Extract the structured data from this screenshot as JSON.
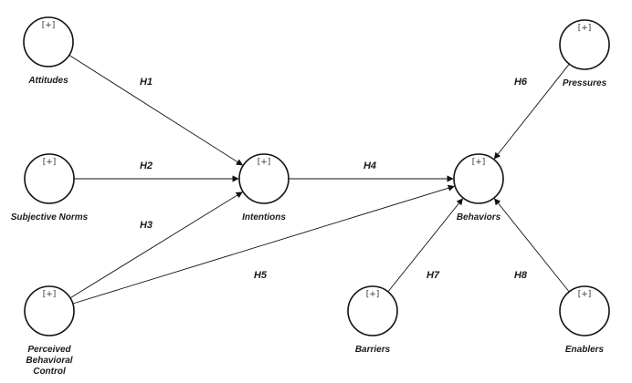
{
  "nodes": [
    {
      "id": "attitudes",
      "label": [
        "Attitudes"
      ],
      "marker": "[+]"
    },
    {
      "id": "subjective_norms",
      "label": [
        "Subjective Norms"
      ],
      "marker": "[+]"
    },
    {
      "id": "pbc",
      "label": [
        "Perceived",
        "Behavioral",
        "Control"
      ],
      "marker": "[+]"
    },
    {
      "id": "intentions",
      "label": [
        "Intentions"
      ],
      "marker": "[+]"
    },
    {
      "id": "behaviors",
      "label": [
        "Behaviors"
      ],
      "marker": "[+]"
    },
    {
      "id": "pressures",
      "label": [
        "Pressures"
      ],
      "marker": "[+]"
    },
    {
      "id": "barriers",
      "label": [
        "Barriers"
      ],
      "marker": "[+]"
    },
    {
      "id": "enablers",
      "label": [
        "Enablers"
      ],
      "marker": "[+]"
    }
  ],
  "edges": [
    {
      "from": "attitudes",
      "to": "intentions",
      "label": "H1"
    },
    {
      "from": "subjective_norms",
      "to": "intentions",
      "label": "H2"
    },
    {
      "from": "pbc",
      "to": "intentions",
      "label": "H3"
    },
    {
      "from": "intentions",
      "to": "behaviors",
      "label": "H4"
    },
    {
      "from": "pbc",
      "to": "behaviors",
      "label": "H5"
    },
    {
      "from": "pressures",
      "to": "behaviors",
      "label": "H6"
    },
    {
      "from": "barriers",
      "to": "behaviors",
      "label": "H7"
    },
    {
      "from": "enablers",
      "to": "behaviors",
      "label": "H8"
    }
  ]
}
